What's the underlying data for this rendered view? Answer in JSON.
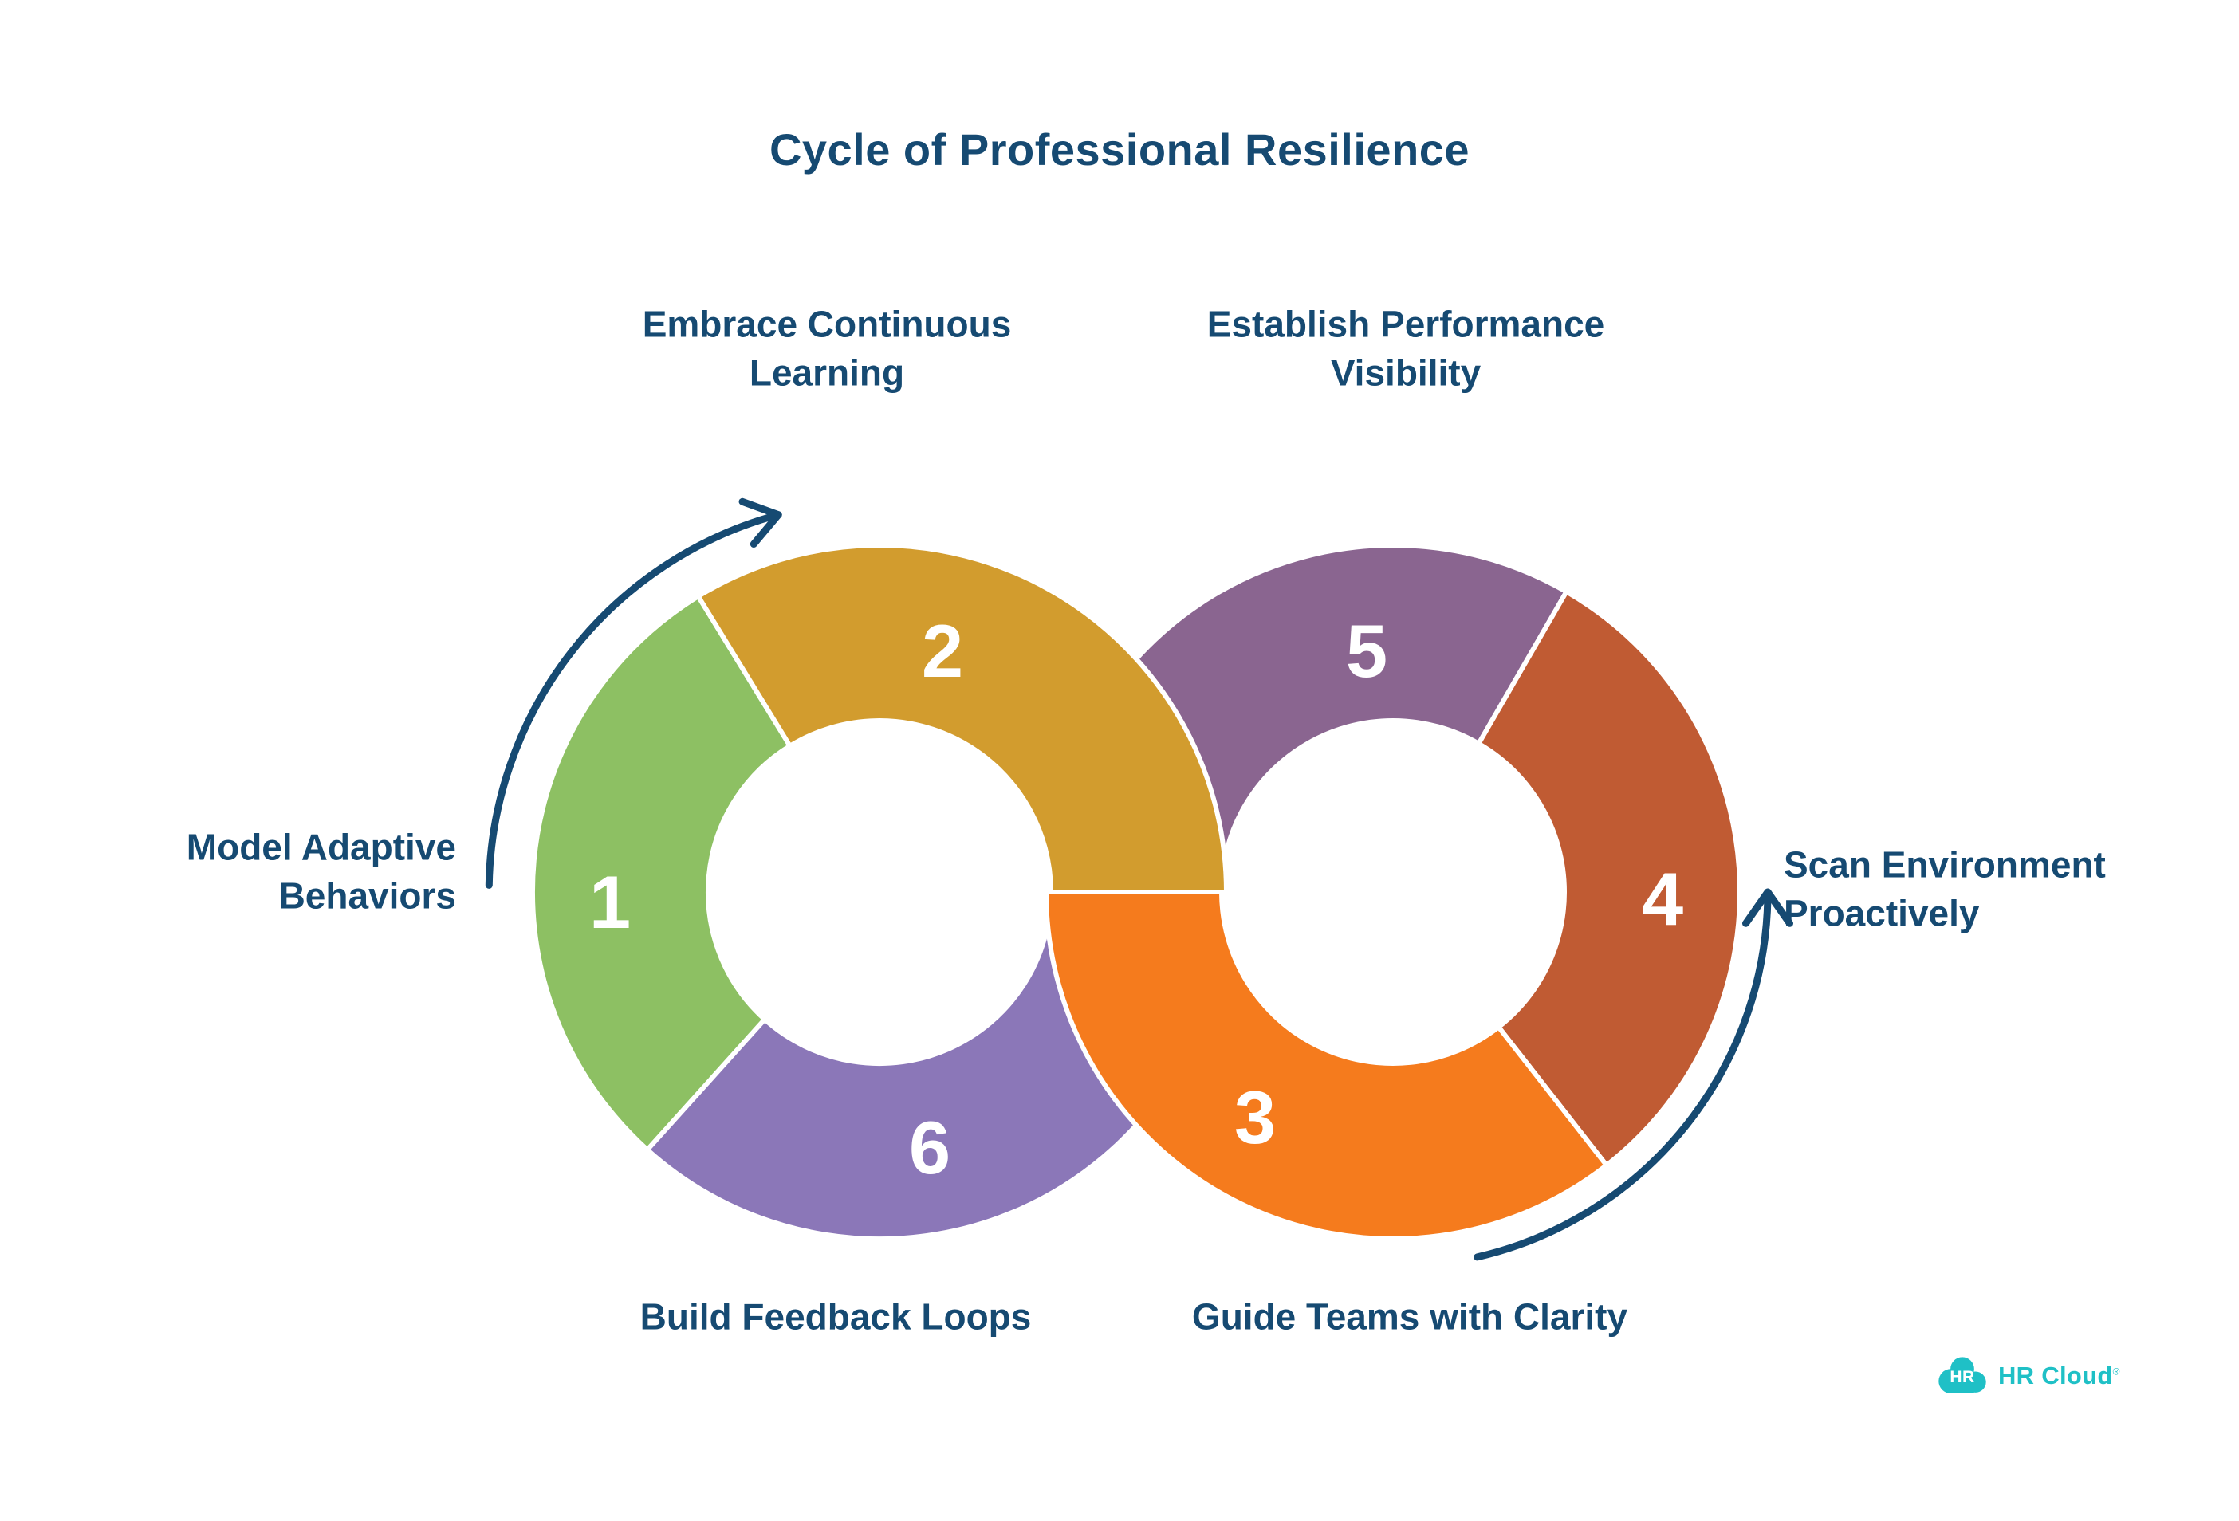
{
  "title": "Cycle of Professional Resilience",
  "diagram": {
    "step1": {
      "number": "1",
      "line1": "Model Adaptive",
      "line2": "Behaviors",
      "color": "#8dc063"
    },
    "step2": {
      "number": "2",
      "line1": "Embrace Continuous",
      "line2": "Learning",
      "color": "#d29c2e"
    },
    "step3": {
      "number": "3",
      "line1": "Guide Teams with Clarity",
      "color": "#f57b1d"
    },
    "step4": {
      "number": "4",
      "line1": "Scan Environment",
      "line2": "Proactively",
      "color": "#c05b33"
    },
    "step5": {
      "number": "5",
      "line1": "Establish Performance",
      "line2": "Visibility",
      "color": "#8a6590"
    },
    "step6": {
      "number": "6",
      "line1": "Build Feedback Loops",
      "color": "#8b77b8"
    }
  },
  "colors": {
    "navy": "#164a72",
    "separator": "#ffffff",
    "teal": "#1fc0c6"
  },
  "logo": {
    "icon_text": "HR",
    "brand": "HR Cloud",
    "trademark": "®"
  }
}
